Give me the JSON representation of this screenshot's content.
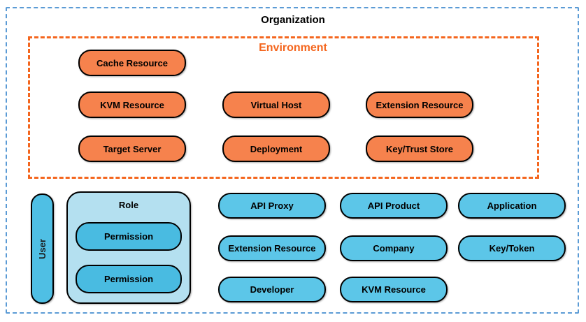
{
  "title": "Organization",
  "environment": {
    "label": "Environment",
    "pills": {
      "cache_resource": "Cache Resource",
      "kvm_resource": "KVM Resource",
      "virtual_host": "Virtual Host",
      "extension_resource": "Extension Resource",
      "target_server": "Target Server",
      "deployment": "Deployment",
      "key_trust_store": "Key/Trust Store"
    }
  },
  "organization": {
    "user": "User",
    "role": {
      "label": "Role",
      "permissions": [
        "Permission",
        "Permission"
      ]
    },
    "pills": {
      "api_proxy": "API Proxy",
      "api_product": "API Product",
      "application": "Application",
      "extension_resource": "Extension Resource",
      "company": "Company",
      "key_token": "Key/Token",
      "developer": "Developer",
      "kvm_resource": "KVM Resource"
    }
  },
  "colors": {
    "environment_accent": "#F4661E",
    "environment_pill_fill": "#F6824D",
    "organization_border": "#5B9BD5",
    "pill_fill_blue": "#5CC6E8",
    "pill_fill_dark_blue": "#49BBE1",
    "role_fill": "#B4E0F0",
    "user_fill": "#4FBFE4",
    "outline": "#000000"
  }
}
